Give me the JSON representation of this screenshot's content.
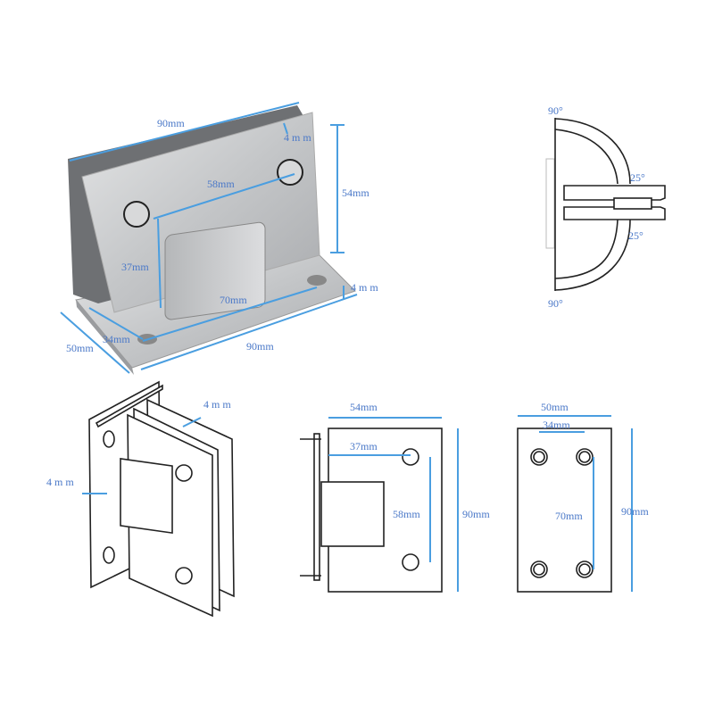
{
  "colors": {
    "label": "#4a78c8",
    "dimension_line": "#4a9ee0",
    "outline": "#222222",
    "steel": "#c9cbcd"
  },
  "perspective_view": {
    "top_length": "90mm",
    "plate_thickness_top": "4 m m",
    "height": "54mm",
    "hole_spacing_diag": "58mm",
    "hole_to_edge": "37mm",
    "base_hole_spacing": "70mm",
    "base_thickness": "4 m m",
    "base_width": "50mm",
    "base_hole_width": "34mm",
    "base_length": "90mm"
  },
  "top_view": {
    "angle_top": "90°",
    "angle_upper": "25°",
    "angle_lower": "25°",
    "angle_bottom": "90°"
  },
  "iso_view": {
    "thickness_right": "4 m m",
    "thickness_left": "4 m m"
  },
  "front_view": {
    "width": "54mm",
    "hole_offset": "37mm",
    "hole_spacing": "58mm",
    "height": "90mm"
  },
  "base_view": {
    "width": "50mm",
    "hole_width": "34mm",
    "hole_spacing": "70mm",
    "height": "90mm"
  }
}
